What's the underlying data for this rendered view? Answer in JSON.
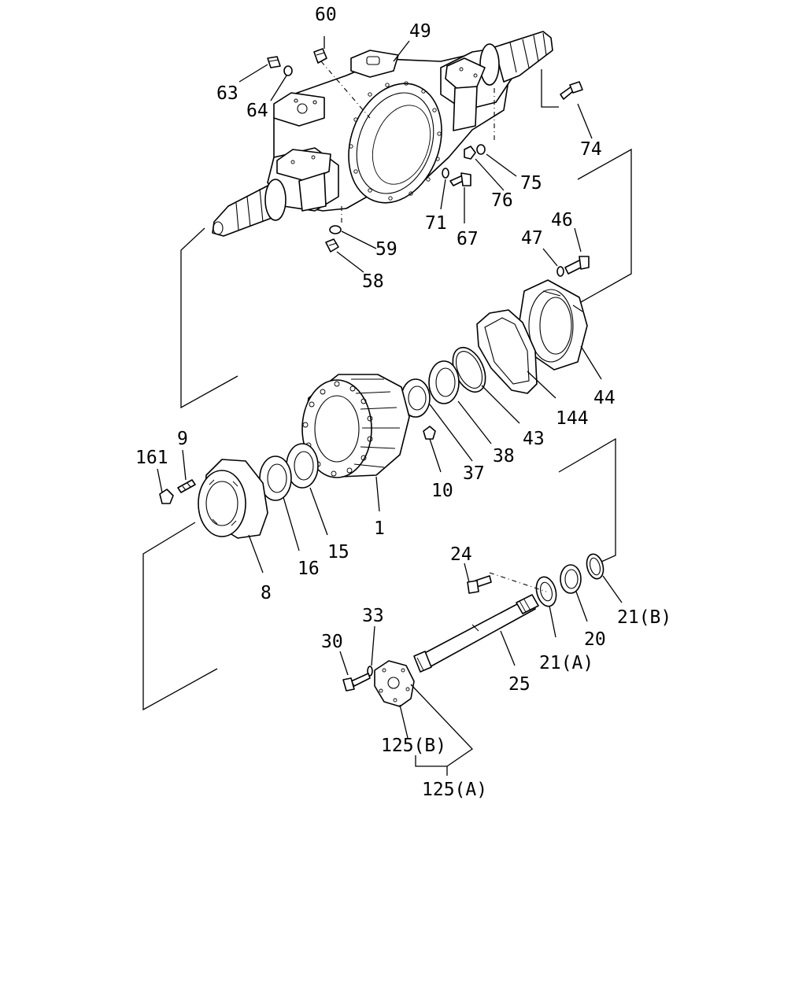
{
  "callouts": {
    "c60": "60",
    "c49": "49",
    "c63": "63",
    "c64": "64",
    "c74": "74",
    "c75": "75",
    "c76": "76",
    "c71": "71",
    "c67": "67",
    "c59": "59",
    "c58": "58",
    "c47": "47",
    "c46": "46",
    "c44": "44",
    "c144": "144",
    "c43": "43",
    "c38": "38",
    "c37": "37",
    "c10": "10",
    "c1": "1",
    "c161": "161",
    "c9": "9",
    "c16": "16",
    "c15": "15",
    "c8": "8",
    "c24": "24",
    "c21b": "21(B)",
    "c20": "20",
    "c21a": "21(A)",
    "c25": "25",
    "c30": "30",
    "c33": "33",
    "c125b": "125(B)",
    "c125a": "125(A)"
  }
}
